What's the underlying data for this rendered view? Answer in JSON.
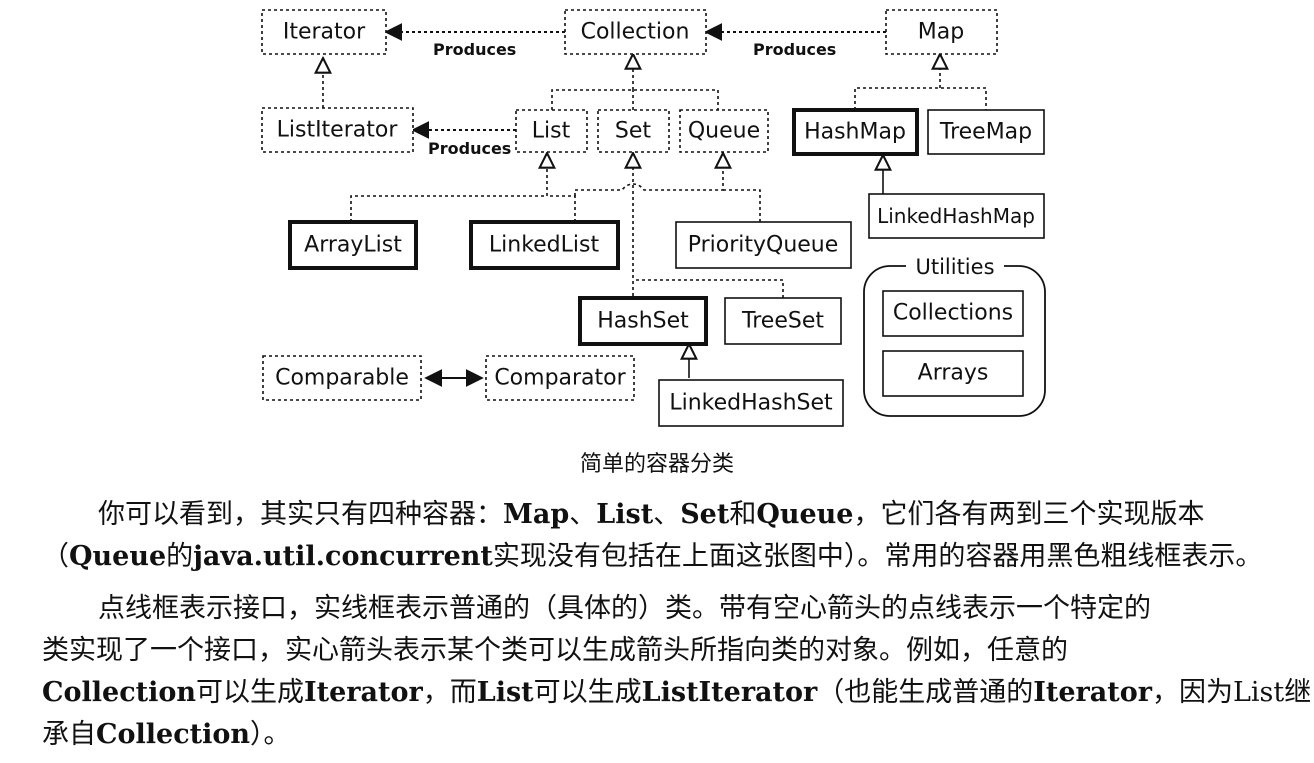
{
  "diagram": {
    "nodes": {
      "iterator": "Iterator",
      "collection": "Collection",
      "map": "Map",
      "list_iterator": "ListIterator",
      "list": "List",
      "set": "Set",
      "queue": "Queue",
      "hash_map": "HashMap",
      "tree_map": "TreeMap",
      "linked_hash_map": "LinkedHashMap",
      "array_list": "ArrayList",
      "linked_list": "LinkedList",
      "priority_queue": "PriorityQueue",
      "hash_set": "HashSet",
      "tree_set": "TreeSet",
      "linked_hash_set": "LinkedHashSet",
      "comparable": "Comparable",
      "comparator": "Comparator",
      "collections": "Collections",
      "arrays": "Arrays"
    },
    "group_utilities": "Utilities",
    "edge_label_produces": "Produces"
  },
  "caption": "简单的容器分类",
  "para1": {
    "line1": [
      "你可以看到，其实只有四种容器：",
      "Map",
      "、",
      "List",
      "、",
      "Set",
      "和",
      "Queue",
      "，它们各有两到三个实现版本"
    ],
    "line2": [
      "（",
      "Queue",
      "的",
      "java.util.concurrent",
      "实现没有包括在上面这张图中）。常用的容器用黑色粗线框表示。"
    ]
  },
  "para2": {
    "line1": "点线框表示接口，实线框表示普通的（具体的）类。带有空心箭头的点线表示一个特定的",
    "line2": "类实现了一个接口，实心箭头表示某个类可以生成箭头所指向类的对象。例如，任意的",
    "line3": [
      "Collection",
      "可以生成",
      "Iterator",
      "，而",
      "List",
      "可以生成",
      "ListIterator",
      "（也能生成普通的",
      "Iterator",
      "，因为List继"
    ],
    "line4": [
      "承自",
      "Collection",
      "）。"
    ]
  }
}
